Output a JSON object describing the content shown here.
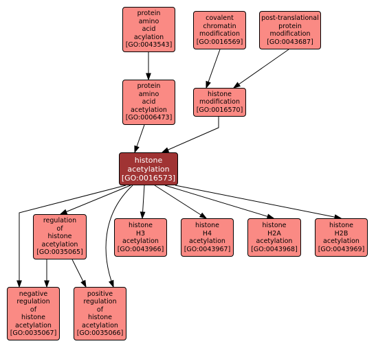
{
  "colors": {
    "node_fill": "#fa8a84",
    "focus_fill": "#a03434",
    "focus_text": "#ffffff",
    "edge": "#000000"
  },
  "nodes": {
    "n0043543": {
      "lines": [
        "protein",
        "amino",
        "acid",
        "acylation",
        "[GO:0043543]"
      ]
    },
    "n0016569": {
      "lines": [
        "covalent",
        "chromatin",
        "modification",
        "[GO:0016569]"
      ]
    },
    "n0043687": {
      "lines": [
        "post-translational",
        "protein",
        "modification",
        "[GO:0043687]"
      ]
    },
    "n0006473": {
      "lines": [
        "protein",
        "amino",
        "acid",
        "acetylation",
        "[GO:0006473]"
      ]
    },
    "n0016570": {
      "lines": [
        "histone",
        "modification",
        "[GO:0016570]"
      ]
    },
    "n0016573": {
      "lines": [
        "histone",
        "acetylation",
        "[GO:0016573]"
      ]
    },
    "n0035065": {
      "lines": [
        "regulation",
        "of",
        "histone",
        "acetylation",
        "[GO:0035065]"
      ]
    },
    "n0043966": {
      "lines": [
        "histone",
        "H3",
        "acetylation",
        "[GO:0043966]"
      ]
    },
    "n0043967": {
      "lines": [
        "histone",
        "H4",
        "acetylation",
        "[GO:0043967]"
      ]
    },
    "n0043968": {
      "lines": [
        "histone",
        "H2A",
        "acetylation",
        "[GO:0043968]"
      ]
    },
    "n0043969": {
      "lines": [
        "histone",
        "H2B",
        "acetylation",
        "[GO:0043969]"
      ]
    },
    "n0035067": {
      "lines": [
        "negative",
        "regulation",
        "of",
        "histone",
        "acetylation",
        "[GO:0035067]"
      ]
    },
    "n0035066": {
      "lines": [
        "positive",
        "regulation",
        "of",
        "histone",
        "acetylation",
        "[GO:0035066]"
      ]
    }
  },
  "edges": [
    [
      "n0043543",
      "n0006473"
    ],
    [
      "n0016569",
      "n0016570"
    ],
    [
      "n0043687",
      "n0016570"
    ],
    [
      "n0006473",
      "n0016573"
    ],
    [
      "n0016570",
      "n0016573"
    ],
    [
      "n0016573",
      "n0035067"
    ],
    [
      "n0016573",
      "n0035065"
    ],
    [
      "n0016573",
      "n0035066"
    ],
    [
      "n0016573",
      "n0043966"
    ],
    [
      "n0016573",
      "n0043967"
    ],
    [
      "n0016573",
      "n0043968"
    ],
    [
      "n0016573",
      "n0043969"
    ],
    [
      "n0035065",
      "n0035067"
    ],
    [
      "n0035065",
      "n0035066"
    ]
  ]
}
